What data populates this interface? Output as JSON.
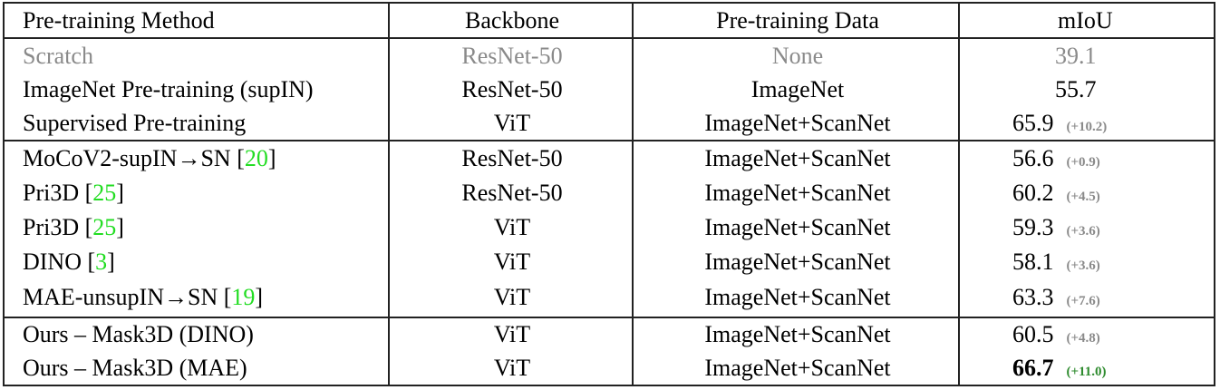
{
  "table": {
    "headers": [
      "Pre-training Method",
      "Backbone",
      "Pre-training Data",
      "mIoU"
    ],
    "colors": {
      "baseline_gray": "#8a8a8a",
      "citation_green": "#22dd22",
      "best_delta_green": "#2e8b2e"
    },
    "groups": [
      {
        "rows": [
          {
            "method": "Scratch",
            "cite": "",
            "backbone": "ResNet-50",
            "data": "None",
            "miou": "39.1",
            "delta": "",
            "style": "gray"
          },
          {
            "method": "ImageNet Pre-training (supIN)",
            "cite": "",
            "backbone": "ResNet-50",
            "data": "ImageNet",
            "miou": "55.7",
            "delta": ""
          },
          {
            "method": "Supervised Pre-training",
            "cite": "",
            "backbone": "ViT",
            "data": "ImageNet+ScanNet",
            "miou": "65.9",
            "delta": "(+10.2)"
          }
        ]
      },
      {
        "rows": [
          {
            "method": "MoCoV2-supIN→SN ",
            "cite": "20",
            "backbone": "ResNet-50",
            "data": "ImageNet+ScanNet",
            "miou": "56.6",
            "delta": "(+0.9)"
          },
          {
            "method": "Pri3D ",
            "cite": "25",
            "backbone": "ResNet-50",
            "data": "ImageNet+ScanNet",
            "miou": "60.2",
            "delta": "(+4.5)"
          },
          {
            "method": "Pri3D ",
            "cite": "25",
            "backbone": "ViT",
            "data": "ImageNet+ScanNet",
            "miou": "59.3",
            "delta": "(+3.6)"
          },
          {
            "method": "DINO ",
            "cite": "3",
            "backbone": "ViT",
            "data": "ImageNet+ScanNet",
            "miou": "58.1",
            "delta": "(+3.6)"
          },
          {
            "method": "MAE-unsupIN→SN ",
            "cite": "19",
            "backbone": "ViT",
            "data": "ImageNet+ScanNet",
            "miou": "63.3",
            "delta": "(+7.6)"
          }
        ]
      },
      {
        "rows": [
          {
            "method": "Ours – Mask3D (DINO)",
            "cite": "",
            "backbone": "ViT",
            "data": "ImageNet+ScanNet",
            "miou": "60.5",
            "delta": "(+4.8)"
          },
          {
            "method": "Ours – Mask3D (MAE)",
            "cite": "",
            "backbone": "ViT",
            "data": "ImageNet+ScanNet",
            "miou": "66.7",
            "delta": "(+11.0)",
            "best": true
          }
        ]
      }
    ]
  }
}
